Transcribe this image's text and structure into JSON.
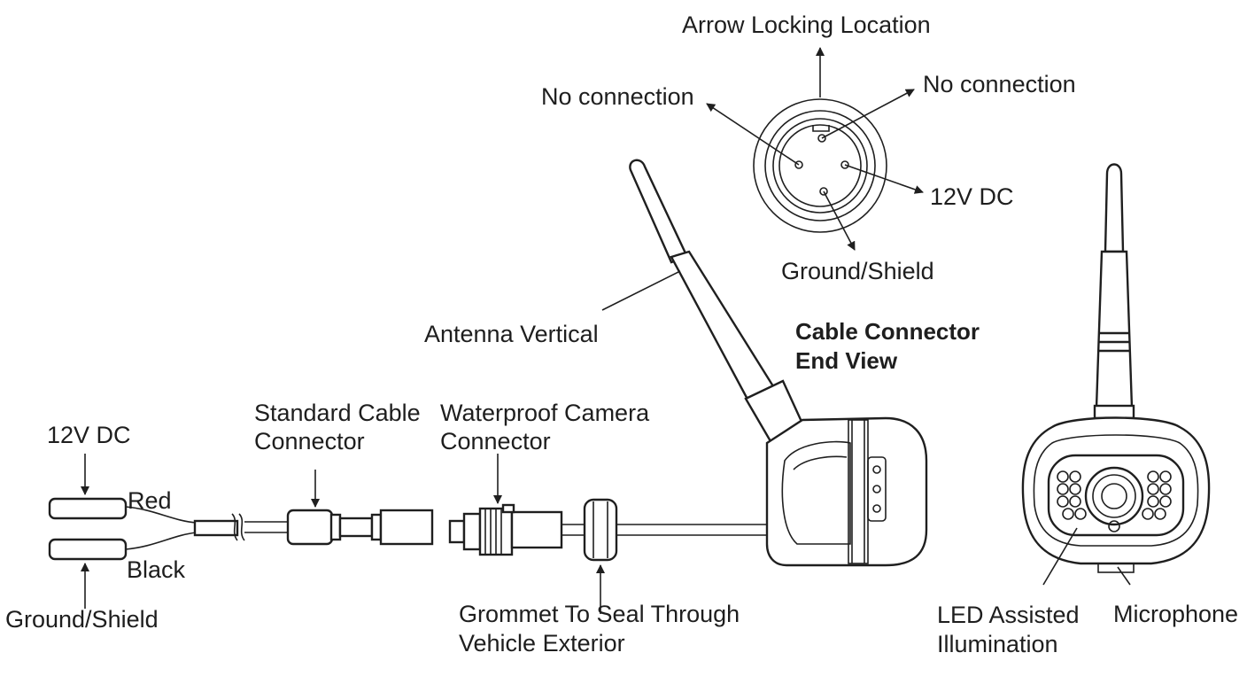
{
  "diagram": {
    "labels": {
      "arrow_locking": "Arrow Locking Location",
      "no_conn_left": "No connection",
      "no_conn_right": "No connection",
      "v12_pin": "12V DC",
      "ground_pin": "Ground/Shield",
      "end_view_1": "Cable Connector",
      "end_view_2": "End View",
      "antenna": "Antenna Vertical",
      "std_conn_1": "Standard Cable",
      "std_conn_2": "Connector",
      "wp_conn_1": "Waterproof Camera",
      "wp_conn_2": "Connector",
      "v12_wire": "12V DC",
      "red": "Red",
      "black": "Black",
      "ground_wire": "Ground/Shield",
      "grommet_1": "Grommet To Seal Through",
      "grommet_2": "Vehicle Exterior",
      "led_1": "LED Assisted",
      "led_2": "Illumination",
      "mic": "Microphone"
    }
  }
}
